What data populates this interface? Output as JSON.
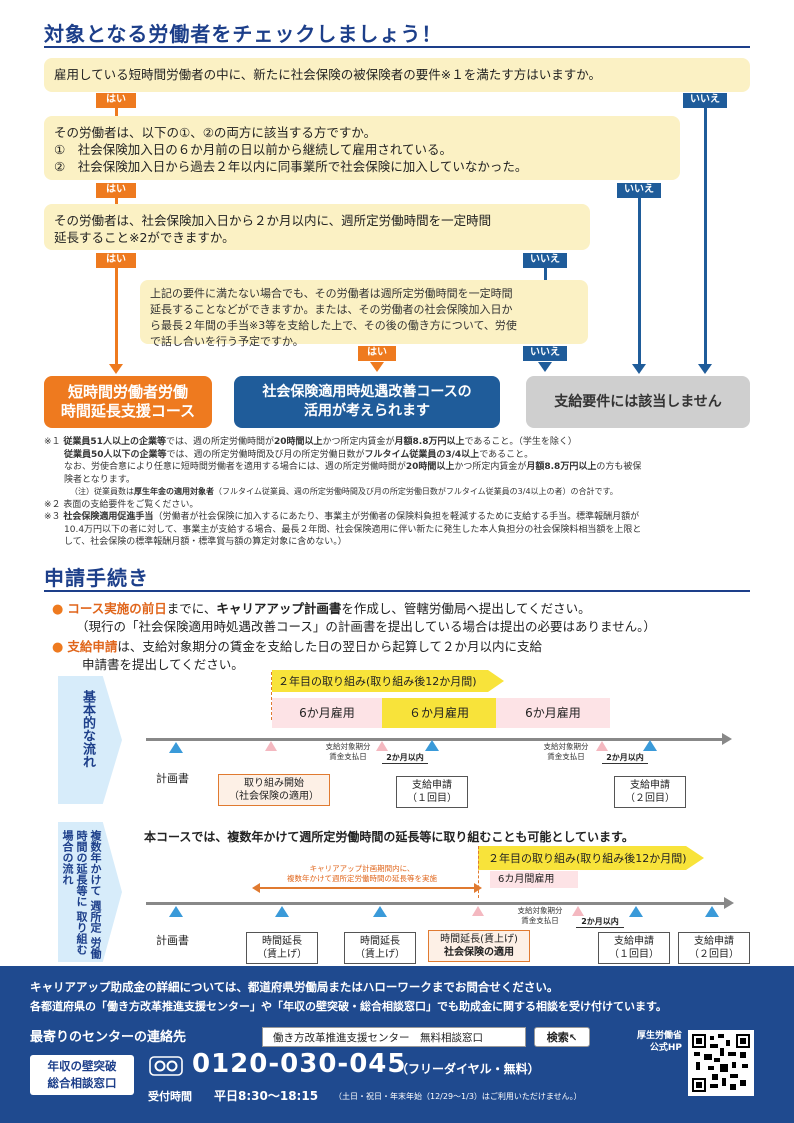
{
  "section1": {
    "heading": "対象となる労働者をチェックしましょう！",
    "q1": "雇用している短時間労働者の中に、新たに社会保険の被保険者の要件※１を満たす方はいますか。",
    "q2_line1": "その労働者は、以下の①、②の両方に該当する方ですか。",
    "q2_line2": "①　社会保険加入日の６か月前の日以前から継続して雇用されている。",
    "q2_line3": "②　社会保険加入日から過去２年以内に同事業所で社会保険に加入していなかった。",
    "q3_line1": "その労働者は、社会保険加入日から２か月以内に、週所定労働時間を一定時間",
    "q3_line2": "延長すること※2ができますか。",
    "q4_line1": "上記の要件に満たない場合でも、その労働者は週所定労働時間を一定時間",
    "q4_line2": "延長することなどができますか。または、その労働者の社会保険加入日か",
    "q4_line3": "ら最長２年間の手当※3等を支給した上で、その後の働き方について、労使",
    "q4_line4": "で話し合いを行う予定ですか。",
    "yes": "はい",
    "no": "いいえ",
    "result_orange_l1": "短時間労働者労働",
    "result_orange_l2": "時間延長支援コース",
    "result_blue_l1": "社会保険適用時処遇改善コースの",
    "result_blue_l2": "活用が考えられます",
    "result_gray": "支給要件には該当しません",
    "colors": {
      "orange": "#ee7a1f",
      "blue": "#1f5c9a",
      "gray": "#cfcfcf",
      "yellow": "#fbf1c4",
      "navy": "#1d3f8a"
    }
  },
  "notes": {
    "n1_a": "※１",
    "n1_b": "従業員51人以上の企業等",
    "n1_c": "では、週の所定労働時間が",
    "n1_d": "20時間以上",
    "n1_e": "かつ所定内賃金が",
    "n1_f": "月額8.8万円以上",
    "n1_g": "であること。（学生を除く）",
    "n1_h": "従業員50人以下の企業等",
    "n1_i": "では、週の所定労働時間及び月の所定労働日数が",
    "n1_j": "フルタイム従業員の3/4以上",
    "n1_k": "であること。",
    "n1_l": "なお、労使合意により任意に短時間労働者を適用する場合には、週の所定労働時間が",
    "n1_m": "20時間以上",
    "n1_n": "かつ所定内賃金が",
    "n1_o": "月額8.8万円以上",
    "n1_p": "の方も被保",
    "n1_q": "険者となります。",
    "n1_r": "（注）従業員数は",
    "n1_s": "厚生年金の適用対象者",
    "n1_t": "（フルタイム従業員、週の所定労働時間及び月の所定労働日数がフルタイム従業員の3/4以上の者）の合計です。",
    "n2": "※２ 表面の支給要件をご覧ください。",
    "n3_a": "※３",
    "n3_b": "社会保険適用促進手当",
    "n3_c": "（労働者が社会保険に加入するにあたり、事業主が労働者の保険料負担を軽減するために支給する手当。標準報酬月額が",
    "n3_d": "10.4万円以下の者に対して、事業主が支給する場合、最長２年間、社会保険適用に伴い新たに発生した本人負担分の社会保険料相当額を上限と",
    "n3_e": "して、社会保険の標準報酬月額・標準賞与額の算定対象に含めない。）"
  },
  "section2": {
    "heading": "申請手続き",
    "b1_a": "コース実施の前日",
    "b1_b": "までに、",
    "b1_c": "キャリアアップ計画書",
    "b1_d": "を作成し、管轄労働局へ提出してください。",
    "b1_e": "（現行の「社会保険適用時処遇改善コース」の計画書を提出している場合は提出の必要はありません。）",
    "b2_a": "支給申請",
    "b2_b": "は、支給対象期分の賃金を支給した日の翌日から起算して２か月以内に支給",
    "b2_c": "申請書を提出してください。"
  },
  "timeline1": {
    "side_label": "基本的な流れ",
    "year2": "２年目の取り組み(取り組み後12か月間)",
    "seg1": "6か月雇用",
    "seg2": "６か月雇用",
    "seg3": "6か月雇用",
    "plan": "計画書",
    "start_l1": "取り組み開始",
    "start_l2": "（社会保険の適用）",
    "pay_l1": "支給対象期分",
    "pay_l2": "賃金支払日",
    "within": "2か月以内",
    "app1_l1": "支給申請",
    "app1_l2": "（１回目）",
    "app2_l1": "支給申請",
    "app2_l2": "（２回目）"
  },
  "timeline2": {
    "side_label_l1": "週所定",
    "side_label_l2": "労働時間の延長等に",
    "side_label_l3": "複数年かけて",
    "side_label_l4": "取り組む場合の流れ",
    "intro": "本コースでは、複数年かけて週所定労働時間の延長等に取り組むことも可能としています。",
    "year2": "２年目の取り組み(取り組み後12か月間)",
    "range_l1": "キャリアアップ計画期間内に、",
    "range_l2": "複数年かけて週所定労働時間の延長等を実施",
    "six": "6カ月間雇用",
    "plan": "計画書",
    "ext1_l1": "時間延長",
    "ext1_l2": "（賃上げ）",
    "ext2_l1": "時間延長",
    "ext2_l2": "（賃上げ）",
    "ext3_l1": "時間延長(賃上げ)",
    "ext3_l2": "社会保険の適用",
    "pay_l1": "支給対象期分",
    "pay_l2": "賃金支払日",
    "within": "2か月以内",
    "app1_l1": "支給申請",
    "app1_l2": "（１回目）",
    "app2_l1": "支給申請",
    "app2_l2": "（２回目）"
  },
  "footer": {
    "line1": "キャリアアップ助成金の詳細については、都道府県労働局またはハローワークまでお問合せください。",
    "line2": "各都道府県の「働き方改革推進支援センター」や「年収の壁突破・総合相談窓口」でも助成金に関する相談を受け付けています。",
    "nearest": "最寄りのセンターの連絡先",
    "search_text": "働き方改革推進支援センター　無料相談窓口",
    "search_btn": "検索",
    "mhlw_l1": "厚生労働省",
    "mhlw_l2": "公式HP",
    "window_l1": "年収の壁突破",
    "window_l2": "総合相談窓口",
    "phone": "0120-030-045",
    "free": "（フリーダイヤル・無料）",
    "hours_label": "受付時間",
    "hours": "平日8:30～18:15",
    "hours_note": "（土日・祝日・年末年始（12/29～1/3）はご利用いただけません。）",
    "free_dial_icon": "free-dial-icon"
  }
}
